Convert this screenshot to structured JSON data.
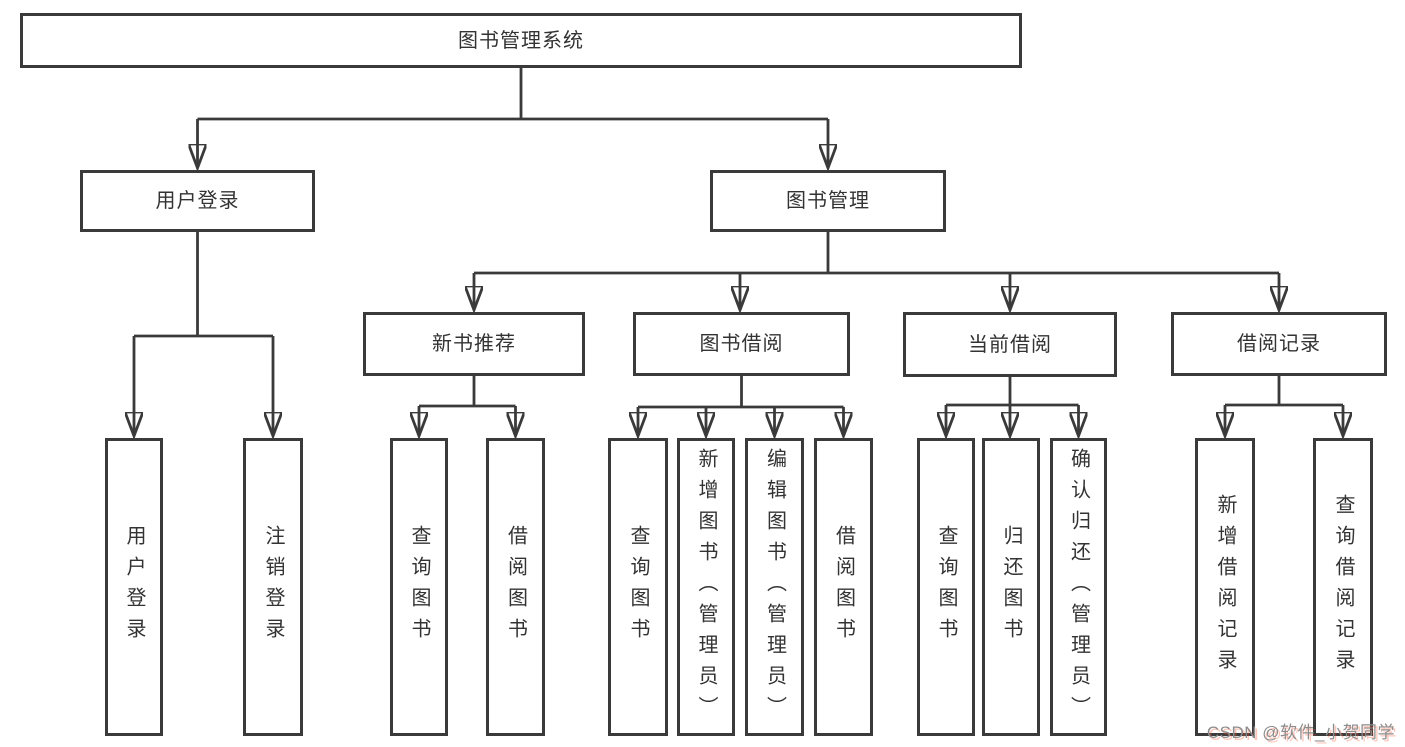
{
  "root": {
    "label": "图书管理系统"
  },
  "branches": {
    "user_login": {
      "label": "用户登录"
    },
    "book_mgmt": {
      "label": "图书管理"
    },
    "new_book_rec": {
      "label": "新书推荐"
    },
    "book_borrow": {
      "label": "图书借阅"
    },
    "current_borrow": {
      "label": "当前借阅"
    },
    "borrow_record": {
      "label": "借阅记录"
    }
  },
  "leaves": {
    "user_login": {
      "label": "用户登录"
    },
    "logout": {
      "label": "注销登录"
    },
    "rec_query_book": {
      "label": "查询图书"
    },
    "rec_borrow_book": {
      "label": "借阅图书"
    },
    "bb_query_book": {
      "label": "查询图书"
    },
    "bb_add_book": {
      "label": "新增图书（管理员）"
    },
    "bb_edit_book": {
      "label": "编辑图书（管理员）"
    },
    "bb_borrow_book": {
      "label": "借阅图书"
    },
    "cb_query_book": {
      "label": "查询图书"
    },
    "cb_return_book": {
      "label": "归还图书"
    },
    "cb_confirm_return": {
      "label": "确认归还（管理员）"
    },
    "br_add_record": {
      "label": "新增借阅记录"
    },
    "br_query_record": {
      "label": "查询借阅记录"
    }
  },
  "watermark": {
    "text": "CSDN @软件_小贺同学"
  },
  "colors": {
    "line": "#3a3a3a",
    "text": "#333333",
    "box_bg": "#ffffff",
    "watermark_text": "#8c8c8c",
    "watermark_shadow": "#fc5531"
  }
}
